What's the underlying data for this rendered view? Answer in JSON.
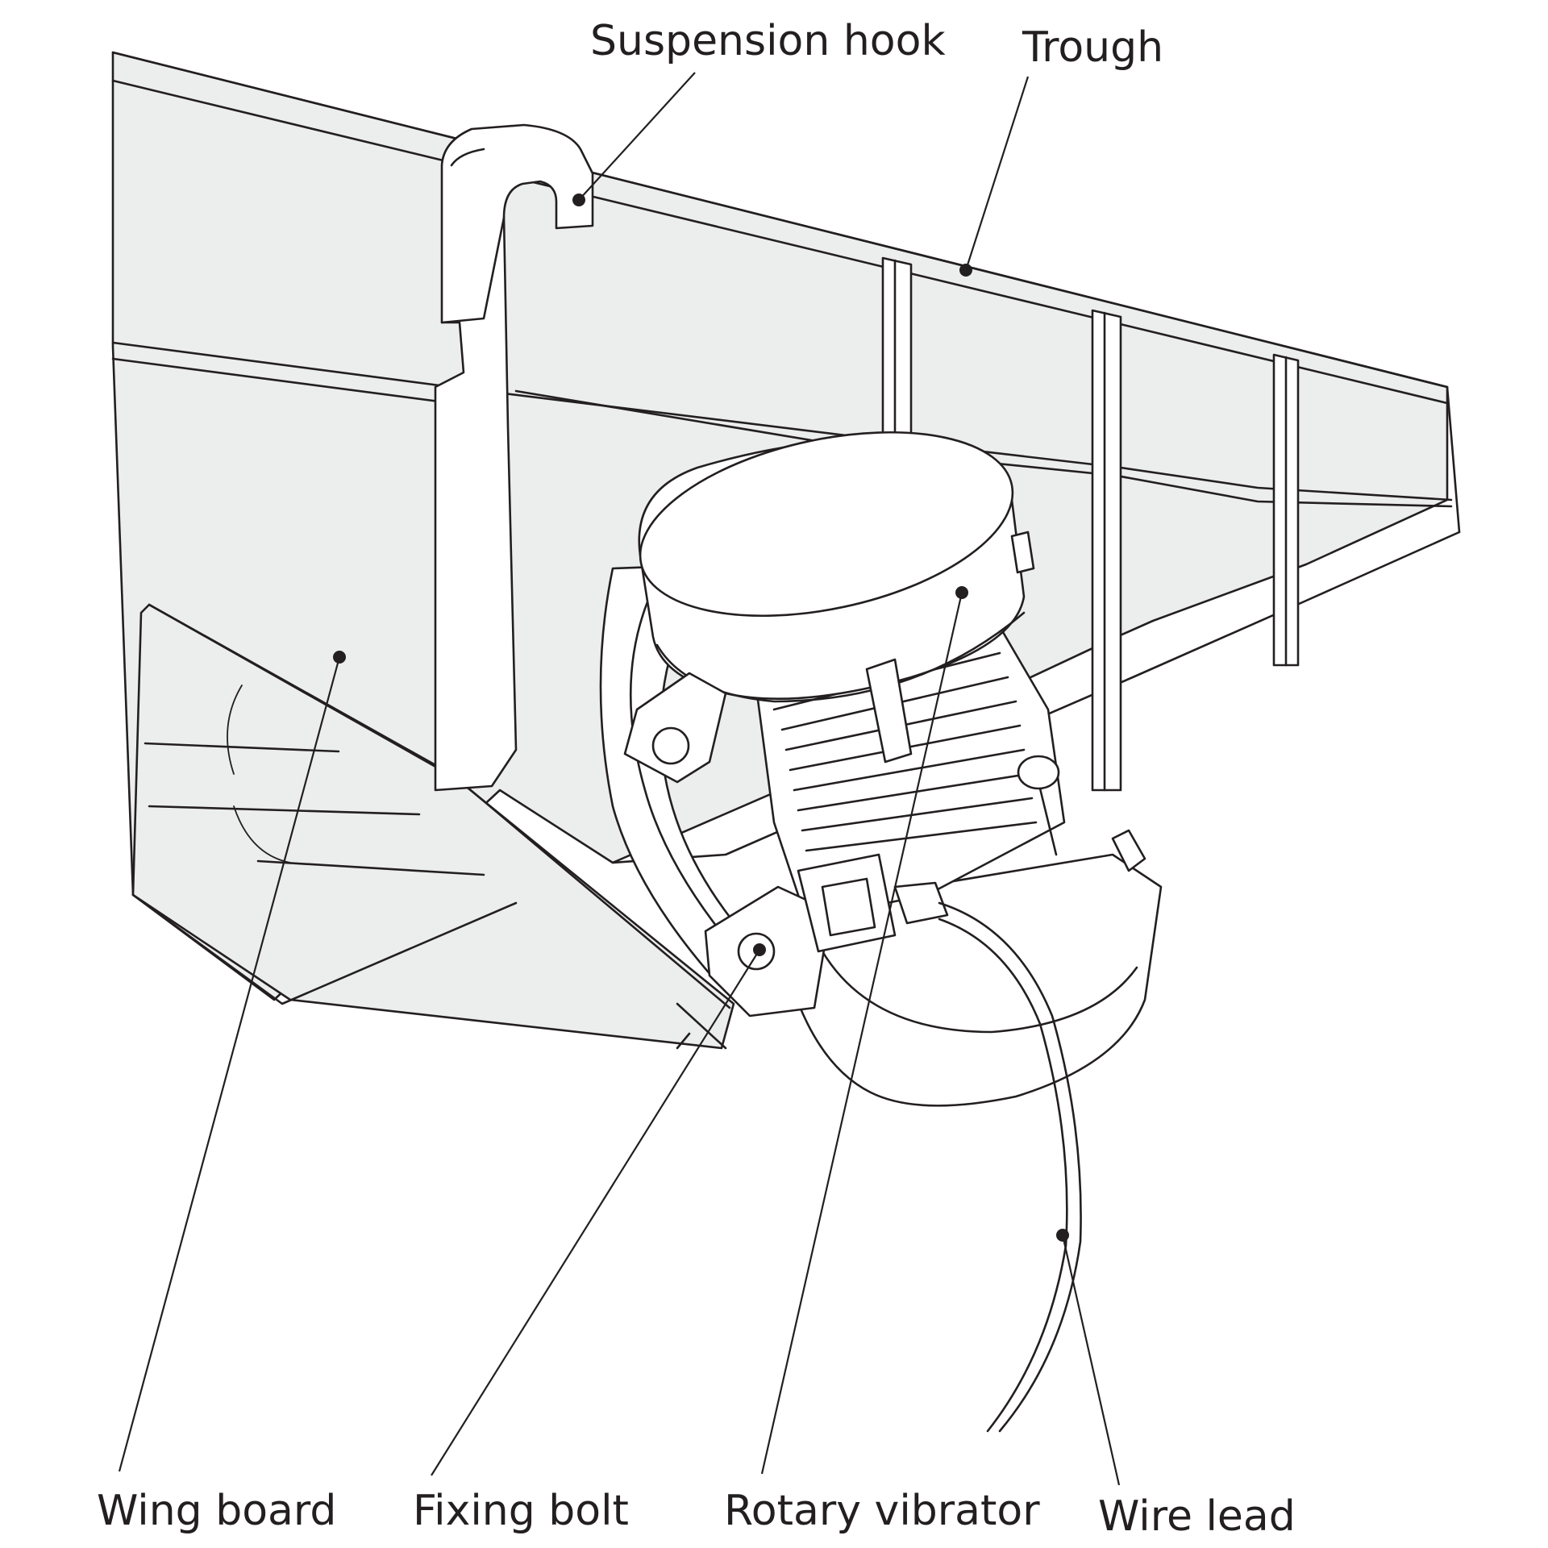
{
  "labels": {
    "suspension_hook": "Suspension hook",
    "trough": "Trough",
    "wing_board": "Wing board",
    "fixing_bolt": "Fixing bolt",
    "rotary_vibrator": "Rotary vibrator",
    "wire_lead": "Wire lead"
  },
  "colors": {
    "line": "#231f20",
    "panel_fill": "#eceded",
    "background": "#ffffff"
  }
}
